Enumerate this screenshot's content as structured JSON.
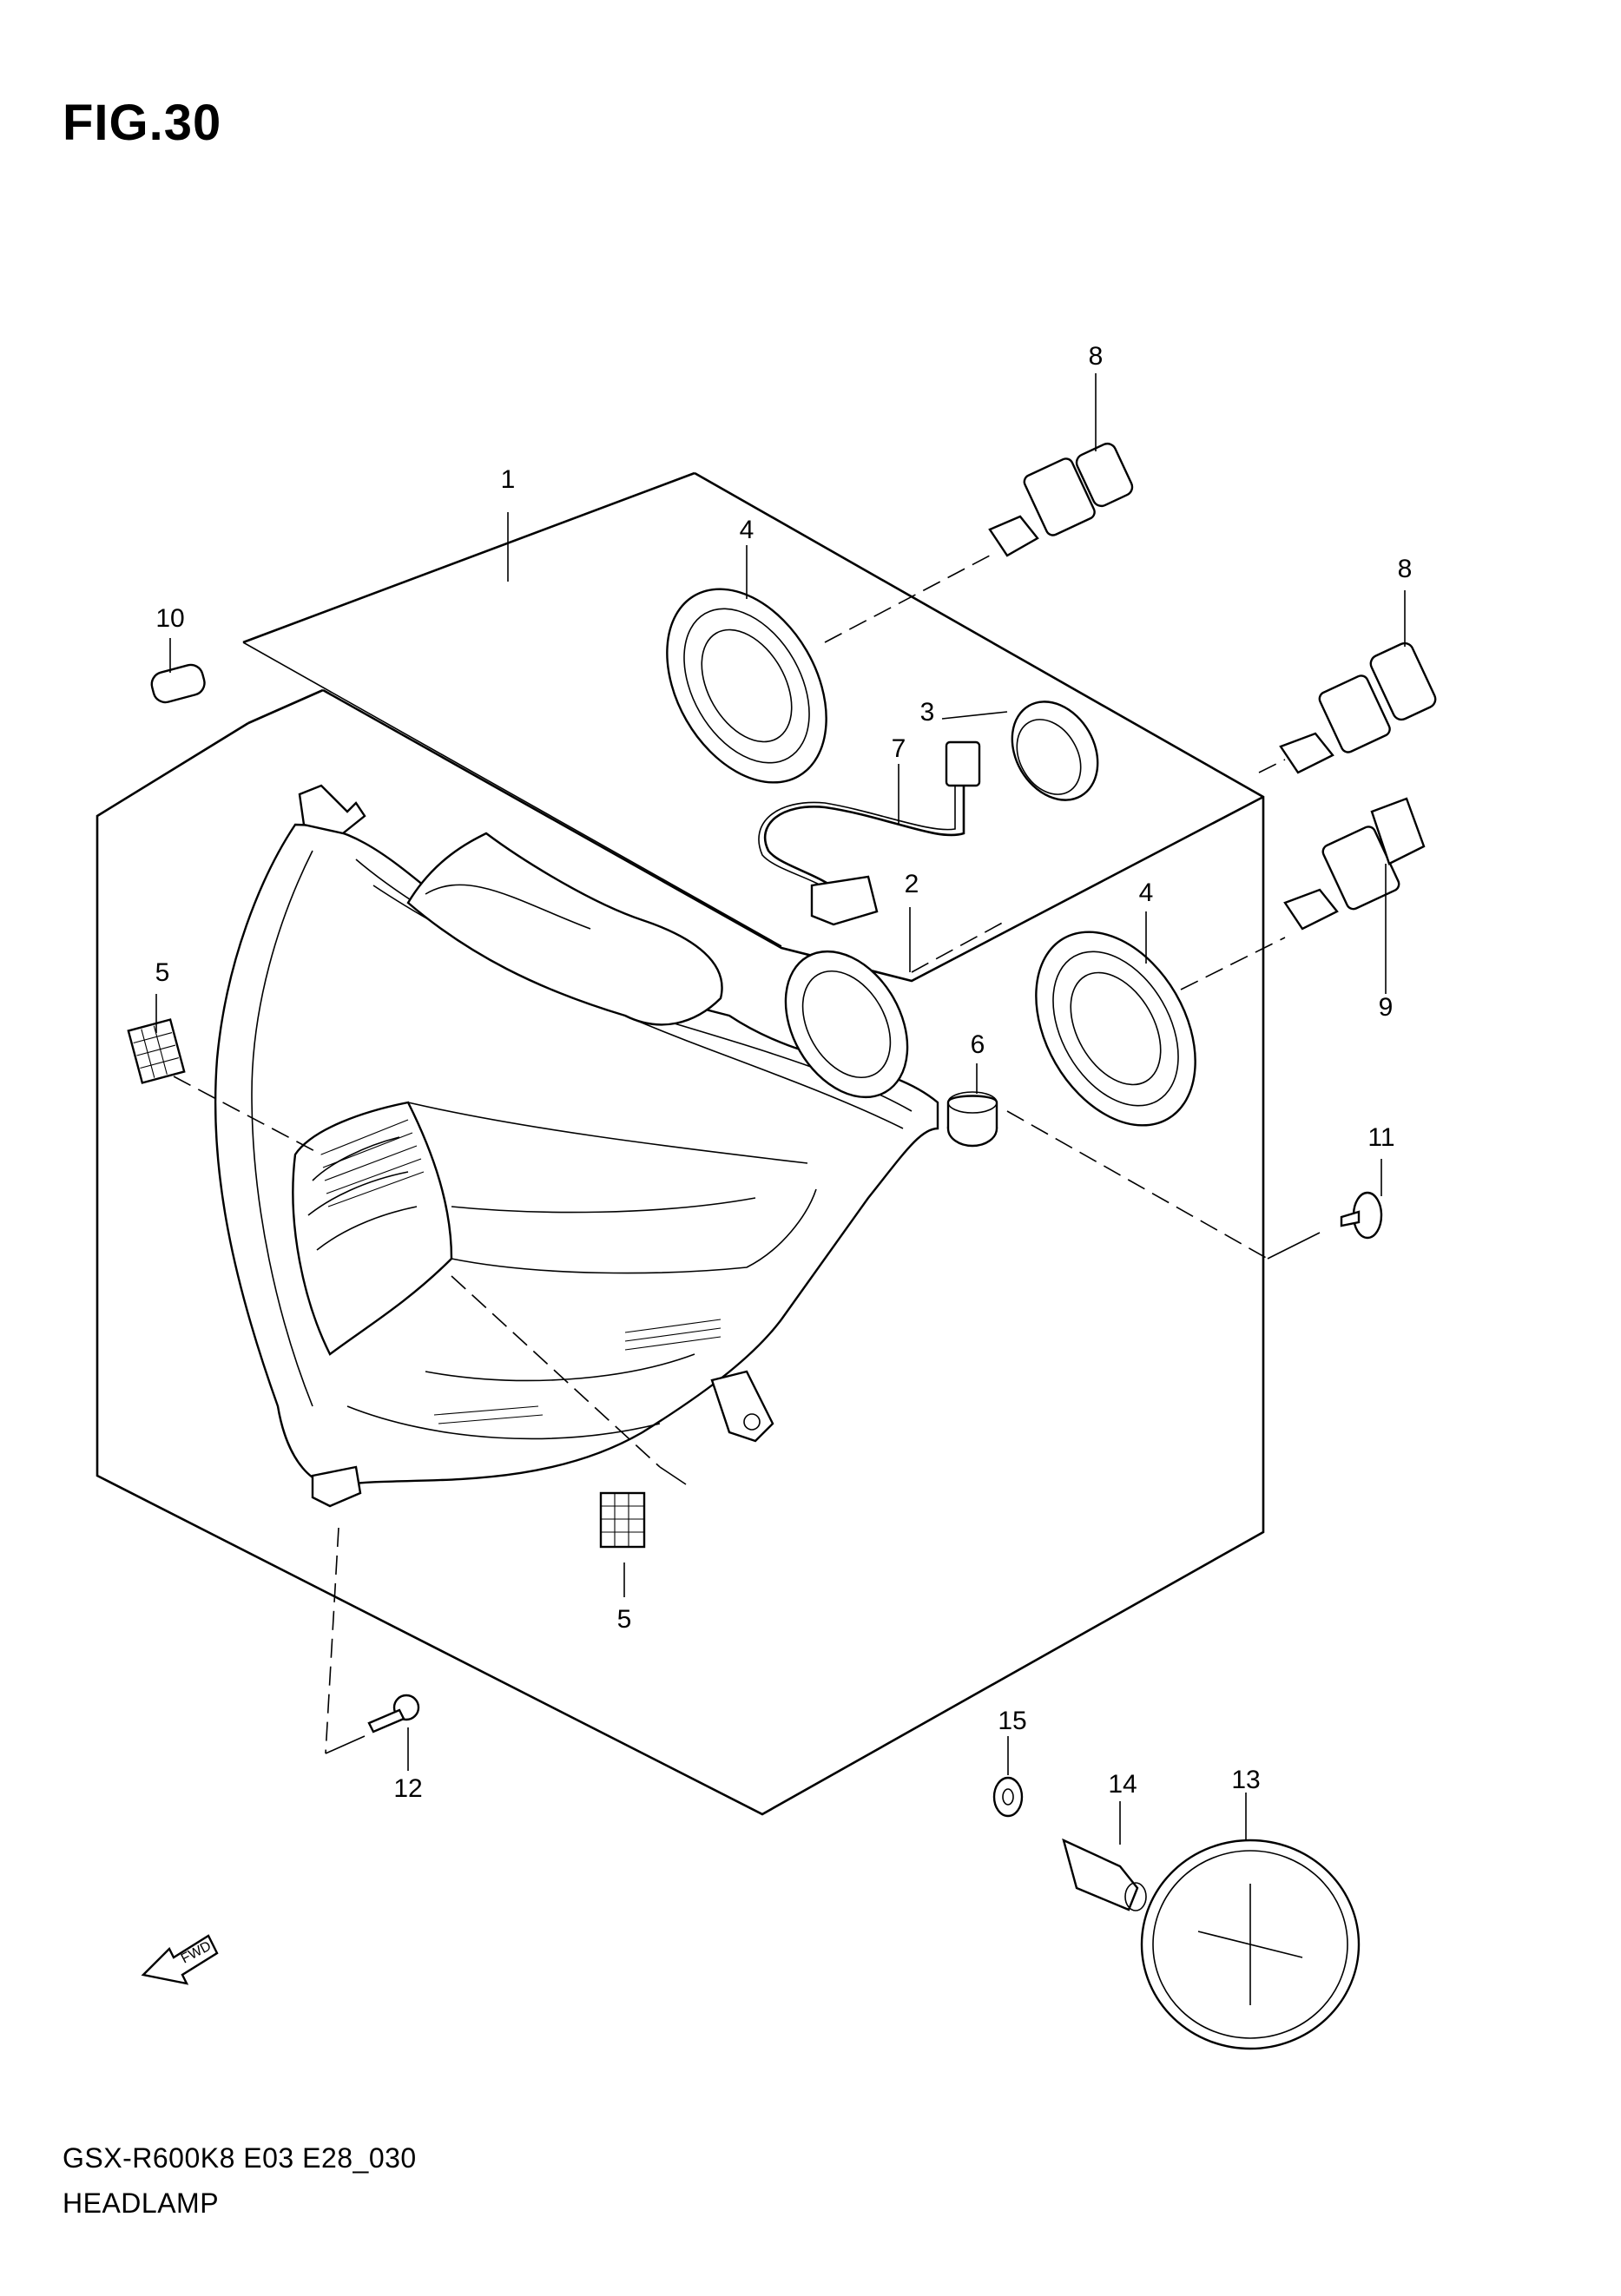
{
  "figure": {
    "title": "FIG.30",
    "model_code": "GSX-R600K8 E03 E28_030",
    "section_name": "HEADLAMP",
    "forward_marker": "FWD"
  },
  "callouts": [
    {
      "id": "c1",
      "label": "1"
    },
    {
      "id": "c2",
      "label": "2"
    },
    {
      "id": "c3",
      "label": "3"
    },
    {
      "id": "c4a",
      "label": "4"
    },
    {
      "id": "c4b",
      "label": "4"
    },
    {
      "id": "c5a",
      "label": "5"
    },
    {
      "id": "c5b",
      "label": "5"
    },
    {
      "id": "c6",
      "label": "6"
    },
    {
      "id": "c7",
      "label": "7"
    },
    {
      "id": "c8a",
      "label": "8"
    },
    {
      "id": "c8b",
      "label": "8"
    },
    {
      "id": "c9",
      "label": "9"
    },
    {
      "id": "c10",
      "label": "10"
    },
    {
      "id": "c11",
      "label": "11"
    },
    {
      "id": "c12",
      "label": "12"
    },
    {
      "id": "c13",
      "label": "13"
    },
    {
      "id": "c14",
      "label": "14"
    },
    {
      "id": "c15",
      "label": "15"
    }
  ]
}
